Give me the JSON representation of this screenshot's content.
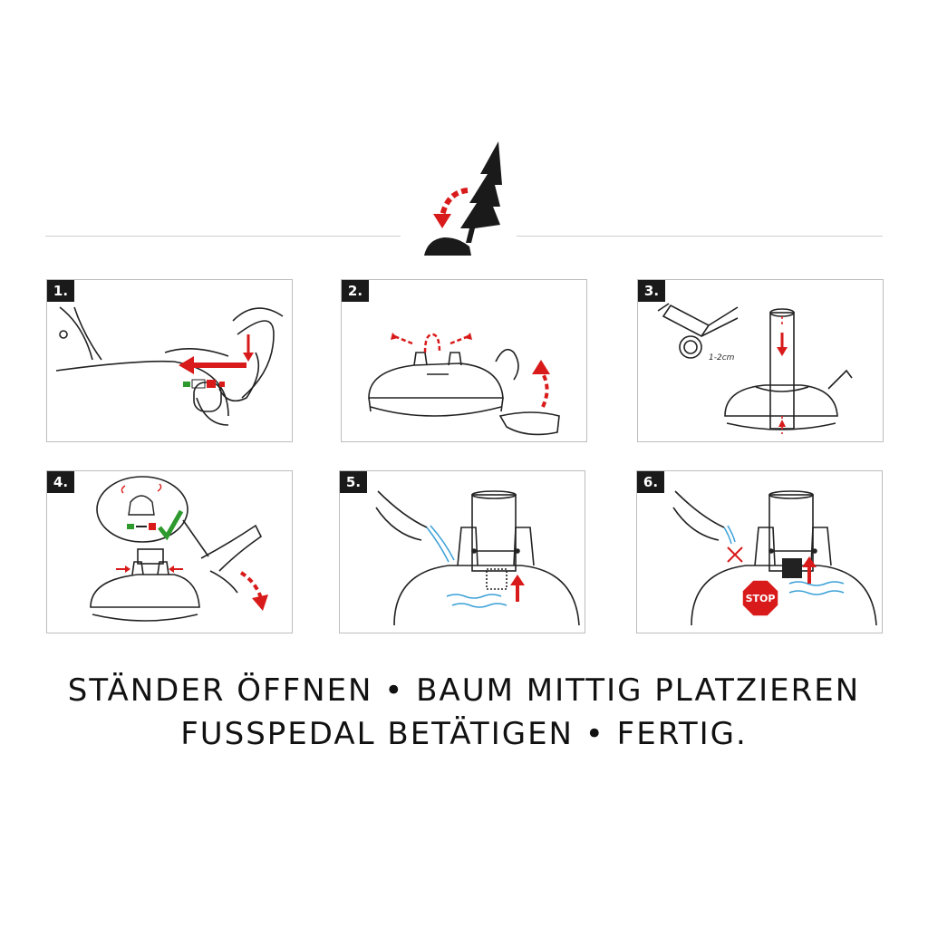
{
  "logo": {
    "icon": "christmas-tree-rotate-icon"
  },
  "steps": [
    {
      "number": "1."
    },
    {
      "number": "2."
    },
    {
      "number": "3.",
      "measure_label": "1-2cm"
    },
    {
      "number": "4."
    },
    {
      "number": "5."
    },
    {
      "number": "6.",
      "stop_label": "STOP"
    }
  ],
  "caption": {
    "line1": "STÄNDER ÖFFNEN • BAUM MITTIG PLATZIEREN",
    "line2": "FUSSPEDAL BETÄTIGEN • FERTIG."
  },
  "colors": {
    "accent": "#d91a1a",
    "green": "#2e9a2e",
    "water": "#3aa0d8",
    "ink": "#1a1a1a"
  }
}
